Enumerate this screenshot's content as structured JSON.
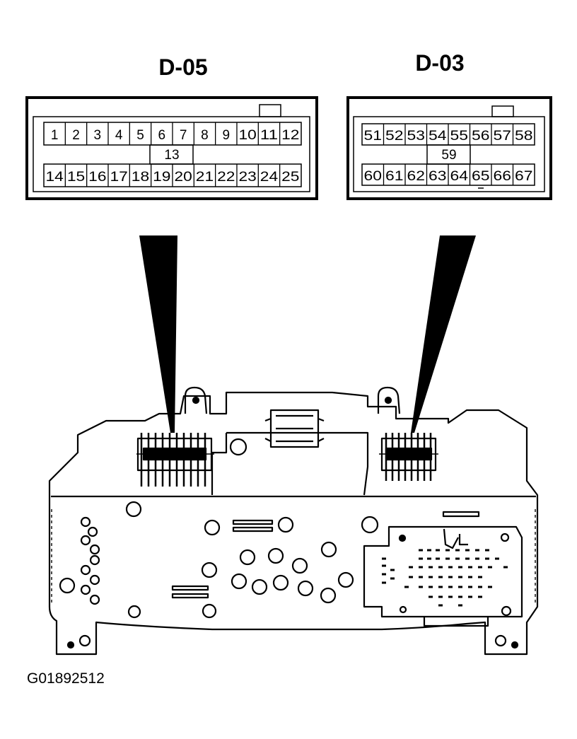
{
  "connectors": [
    {
      "title": "D-05",
      "pins_top": [
        "1",
        "2",
        "3",
        "4",
        "5",
        "6",
        "7",
        "8",
        "9",
        "10",
        "11",
        "12"
      ],
      "pin_middle": "13",
      "pins_bottom": [
        "14",
        "15",
        "16",
        "17",
        "18",
        "19",
        "20",
        "21",
        "22",
        "23",
        "24",
        "25"
      ]
    },
    {
      "title": "D-03",
      "pins_top": [
        "51",
        "52",
        "53",
        "54",
        "55",
        "56",
        "57",
        "58"
      ],
      "pin_middle": "59",
      "pins_bottom": [
        "60",
        "61",
        "62",
        "63",
        "64",
        "65",
        "66",
        "67"
      ]
    }
  ],
  "figure_id": "G01892512",
  "colors": {
    "ink": "#000000",
    "paper": "#ffffff"
  }
}
